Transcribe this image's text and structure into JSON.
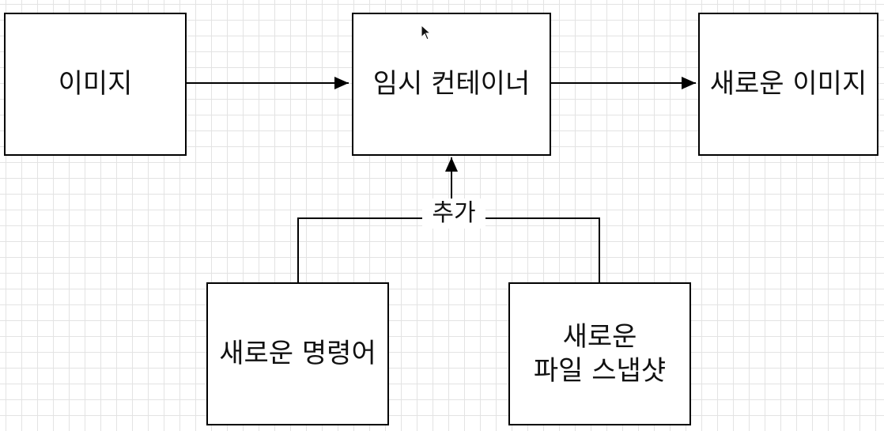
{
  "nodes": {
    "image": "이미지",
    "temp_container": "임시 컨테이너",
    "new_image": "새로운 이미지",
    "new_command": "새로운 명령어",
    "new_file_snapshot_line1": "새로운",
    "new_file_snapshot_line2": "파일 스냅샷"
  },
  "edge_labels": {
    "add": "추가"
  },
  "colors": {
    "stroke": "#000000",
    "grid": "#e3e3e3",
    "background": "#ffffff"
  },
  "icons": {
    "cursor": "mouse-pointer-icon"
  }
}
